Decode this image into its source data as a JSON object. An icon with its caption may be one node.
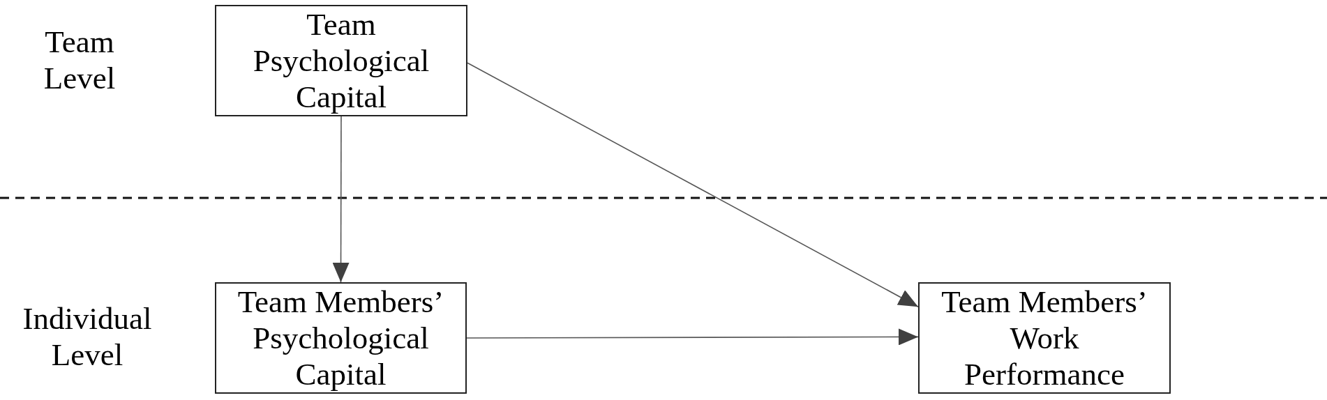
{
  "diagram": {
    "nodes": [
      {
        "text": [
          "Team Psychological Capital"
        ]
      },
      {
        "text": [
          "Team Members’ Psychological Capital"
        ]
      },
      {
        "text": [
          "Team Members’ Work Performance"
        ]
      }
    ],
    "edges": [
      {
        "from": 0,
        "to": 1,
        "arrow": "to"
      },
      {
        "from": 0,
        "to": 2,
        "arrow": "to"
      },
      {
        "from": 1,
        "to": 2,
        "arrow": "to"
      }
    ],
    "labels": [
      "Team Level",
      "Individual Level"
    ]
  }
}
